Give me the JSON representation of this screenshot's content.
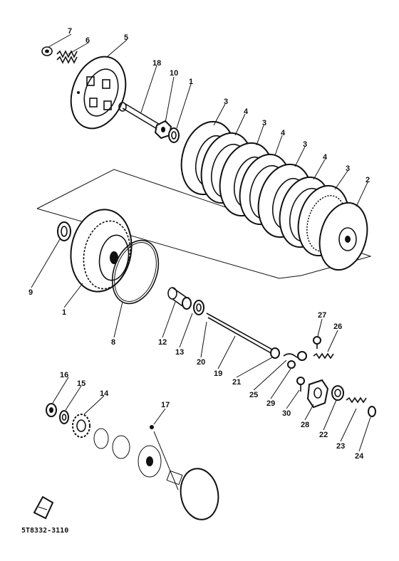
{
  "figure_code": "5T8332-3110",
  "part_labels": {
    "p7": "7",
    "p6": "6",
    "p5": "5",
    "p18": "18",
    "p10": "10",
    "p1a": "1",
    "p3a": "3",
    "p4a": "4",
    "p3b": "3",
    "p4b": "4",
    "p3c": "3",
    "p4c": "4",
    "p3d": "3",
    "p2": "2",
    "p9": "9",
    "p1b": "1",
    "p8": "8",
    "p12": "12",
    "p13": "13",
    "p20": "20",
    "p19": "19",
    "p21": "21",
    "p25": "25",
    "p29": "29",
    "p27": "27",
    "p26": "26",
    "p30": "30",
    "p28": "28",
    "p22": "22",
    "p23": "23",
    "p24": "24",
    "p16": "16",
    "p15": "15",
    "p14": "14",
    "p17": "17"
  }
}
